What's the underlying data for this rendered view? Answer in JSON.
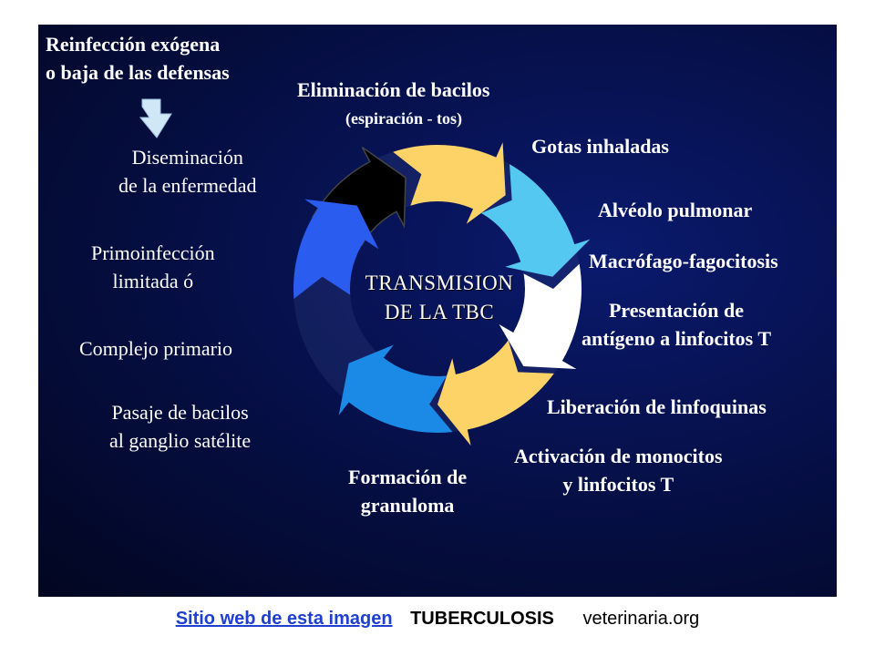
{
  "diagram": {
    "center_lines": [
      "TRANSMISION",
      "DE LA TBC"
    ],
    "labels": {
      "reinfeccion": [
        "Reinfección exógena",
        "o baja de las defensas"
      ],
      "eliminacion": [
        "Eliminación de bacilos"
      ],
      "eliminacion_sub": "(espiración - tos)",
      "gotas": "Gotas inhaladas",
      "alveolo": "Alvéolo pulmonar",
      "macrofago": "Macrófago-fagocitosis",
      "presentacion": [
        "Presentación de",
        "antígeno a  linfocitos T"
      ],
      "liberacion": "Liberación de linfoquinas",
      "activacion": [
        "Activación de monocitos",
        "y linfocitos T"
      ],
      "formacion": [
        "Formación de",
        "granuloma"
      ],
      "pasaje": [
        "Pasaje de bacilos",
        "al ganglio satélite"
      ],
      "complejo": "Complejo primario",
      "primoinfeccion": [
        "Primoinfección",
        "limitada ó"
      ],
      "diseminacion": [
        "Diseminación",
        "de la enfermedad"
      ]
    },
    "colors": {
      "background": "#06104a",
      "segment_yellow": "#fdd266",
      "segment_lightblue": "#55c8f2",
      "segment_white": "#ffffff",
      "segment_blue": "#1a8ae6",
      "segment_royal": "#2a5cf0",
      "segment_black": "#000000",
      "text": "#ffffff"
    }
  },
  "footer": {
    "link_text": "Sitio web de esta imagen",
    "title": "TUBERCULOSIS",
    "domain": "veterinaria.org"
  }
}
